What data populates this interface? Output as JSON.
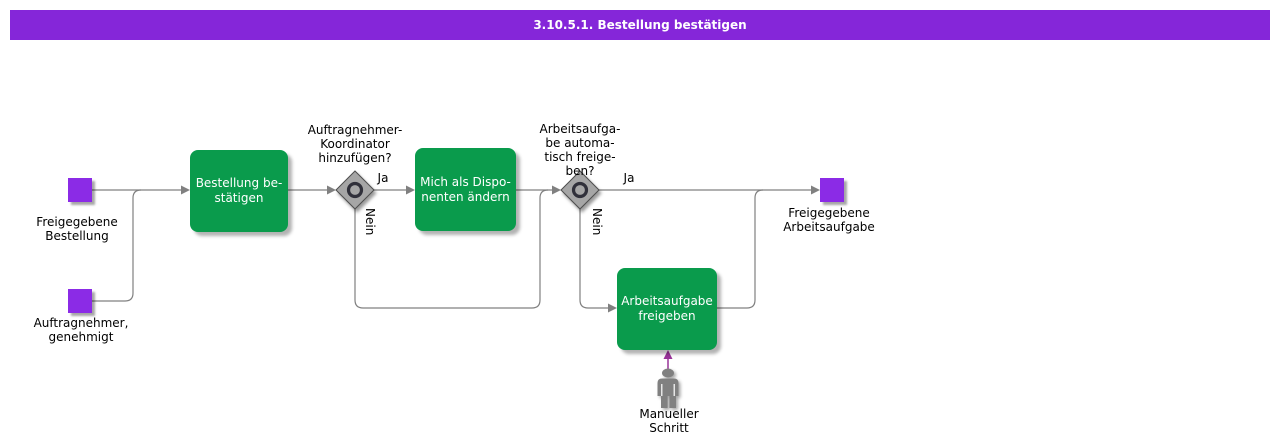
{
  "title_bar": {
    "text": "3.10.5.1. Bestellung bestätigen"
  },
  "events": {
    "start1": {
      "label": "Freigegebene\nBestellung"
    },
    "start2": {
      "label": "Auftragnehmer,\ngenehmigt"
    },
    "end": {
      "label": "Freigegebene\nArbeitsaufgabe"
    }
  },
  "tasks": {
    "confirm_order": {
      "label": "Bestellung be-\nstätigen"
    },
    "change_dispatcher": {
      "label": "Mich als Dispo-\nnenten ändern"
    },
    "release_work_item": {
      "label": "Arbeitsaufgabe\nfreigeben"
    }
  },
  "gateways": {
    "g1": {
      "question": "Auftragnehmer-\nKoordinator\nhinzufügen?",
      "yes": "Ja",
      "no": "Nein"
    },
    "g2": {
      "question": "Arbeitsaufga-\nbe automa-\ntisch freige-\nben?",
      "yes": "Ja",
      "no": "Nein"
    }
  },
  "manual_step": {
    "label": "Manueller\nSchritt"
  },
  "colors": {
    "title_bar_bg": "#8526D9",
    "event_fill": "#8B2BE6",
    "task_fill": "#0A9B4C",
    "task_text": "#FFFFFF",
    "label_text": "#000000",
    "connector": "#808080",
    "gateway_fill": "#A6A6A6",
    "gateway_border": "#4D4D4D",
    "gateway_ring": "#30303A",
    "manual_flow": "#993399",
    "person_fill": "#808080"
  }
}
